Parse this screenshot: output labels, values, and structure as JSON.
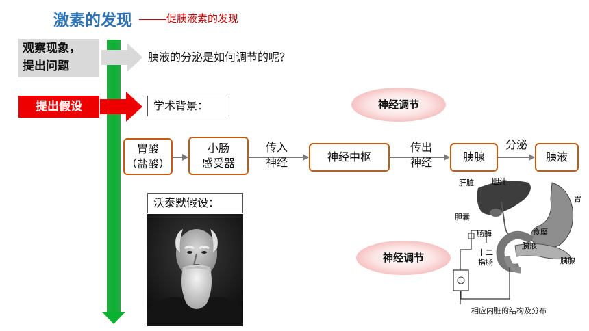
{
  "header": {
    "title": "激素的发现",
    "subtitle": "促胰液素的发现"
  },
  "steps": {
    "observe": [
      "观察现象，",
      "提出问题"
    ],
    "hypothesis": "提出假设"
  },
  "question": "胰液的分泌是如何调节的呢？",
  "background_label": "学术背景：",
  "badges": {
    "top": "神经调节",
    "bottom": "神经调节"
  },
  "flow": {
    "stomach": [
      "胃酸",
      "（盐酸）"
    ],
    "sensor": [
      "小肠",
      "感受器"
    ],
    "edge1": [
      "传入",
      "神经"
    ],
    "center": "神经中枢",
    "edge2": [
      "传出",
      "神经"
    ],
    "pancreas": "胰腺",
    "edge3": "分泌",
    "juice": "胰液"
  },
  "hypothesis_label": "沃泰默假设：",
  "anatomy": {
    "labels": {
      "liver": "肝脏",
      "bile": "胆汁",
      "gallbladder": "胆囊",
      "stomach": "胃",
      "pancreatic_enzyme": "肠酶",
      "food": "食糜",
      "pancreatic_juice": "胰液",
      "duodenum": [
        "十二",
        "指肠"
      ],
      "pancreas": "胰腺"
    },
    "caption": "相应内脏的结构及分布"
  }
}
